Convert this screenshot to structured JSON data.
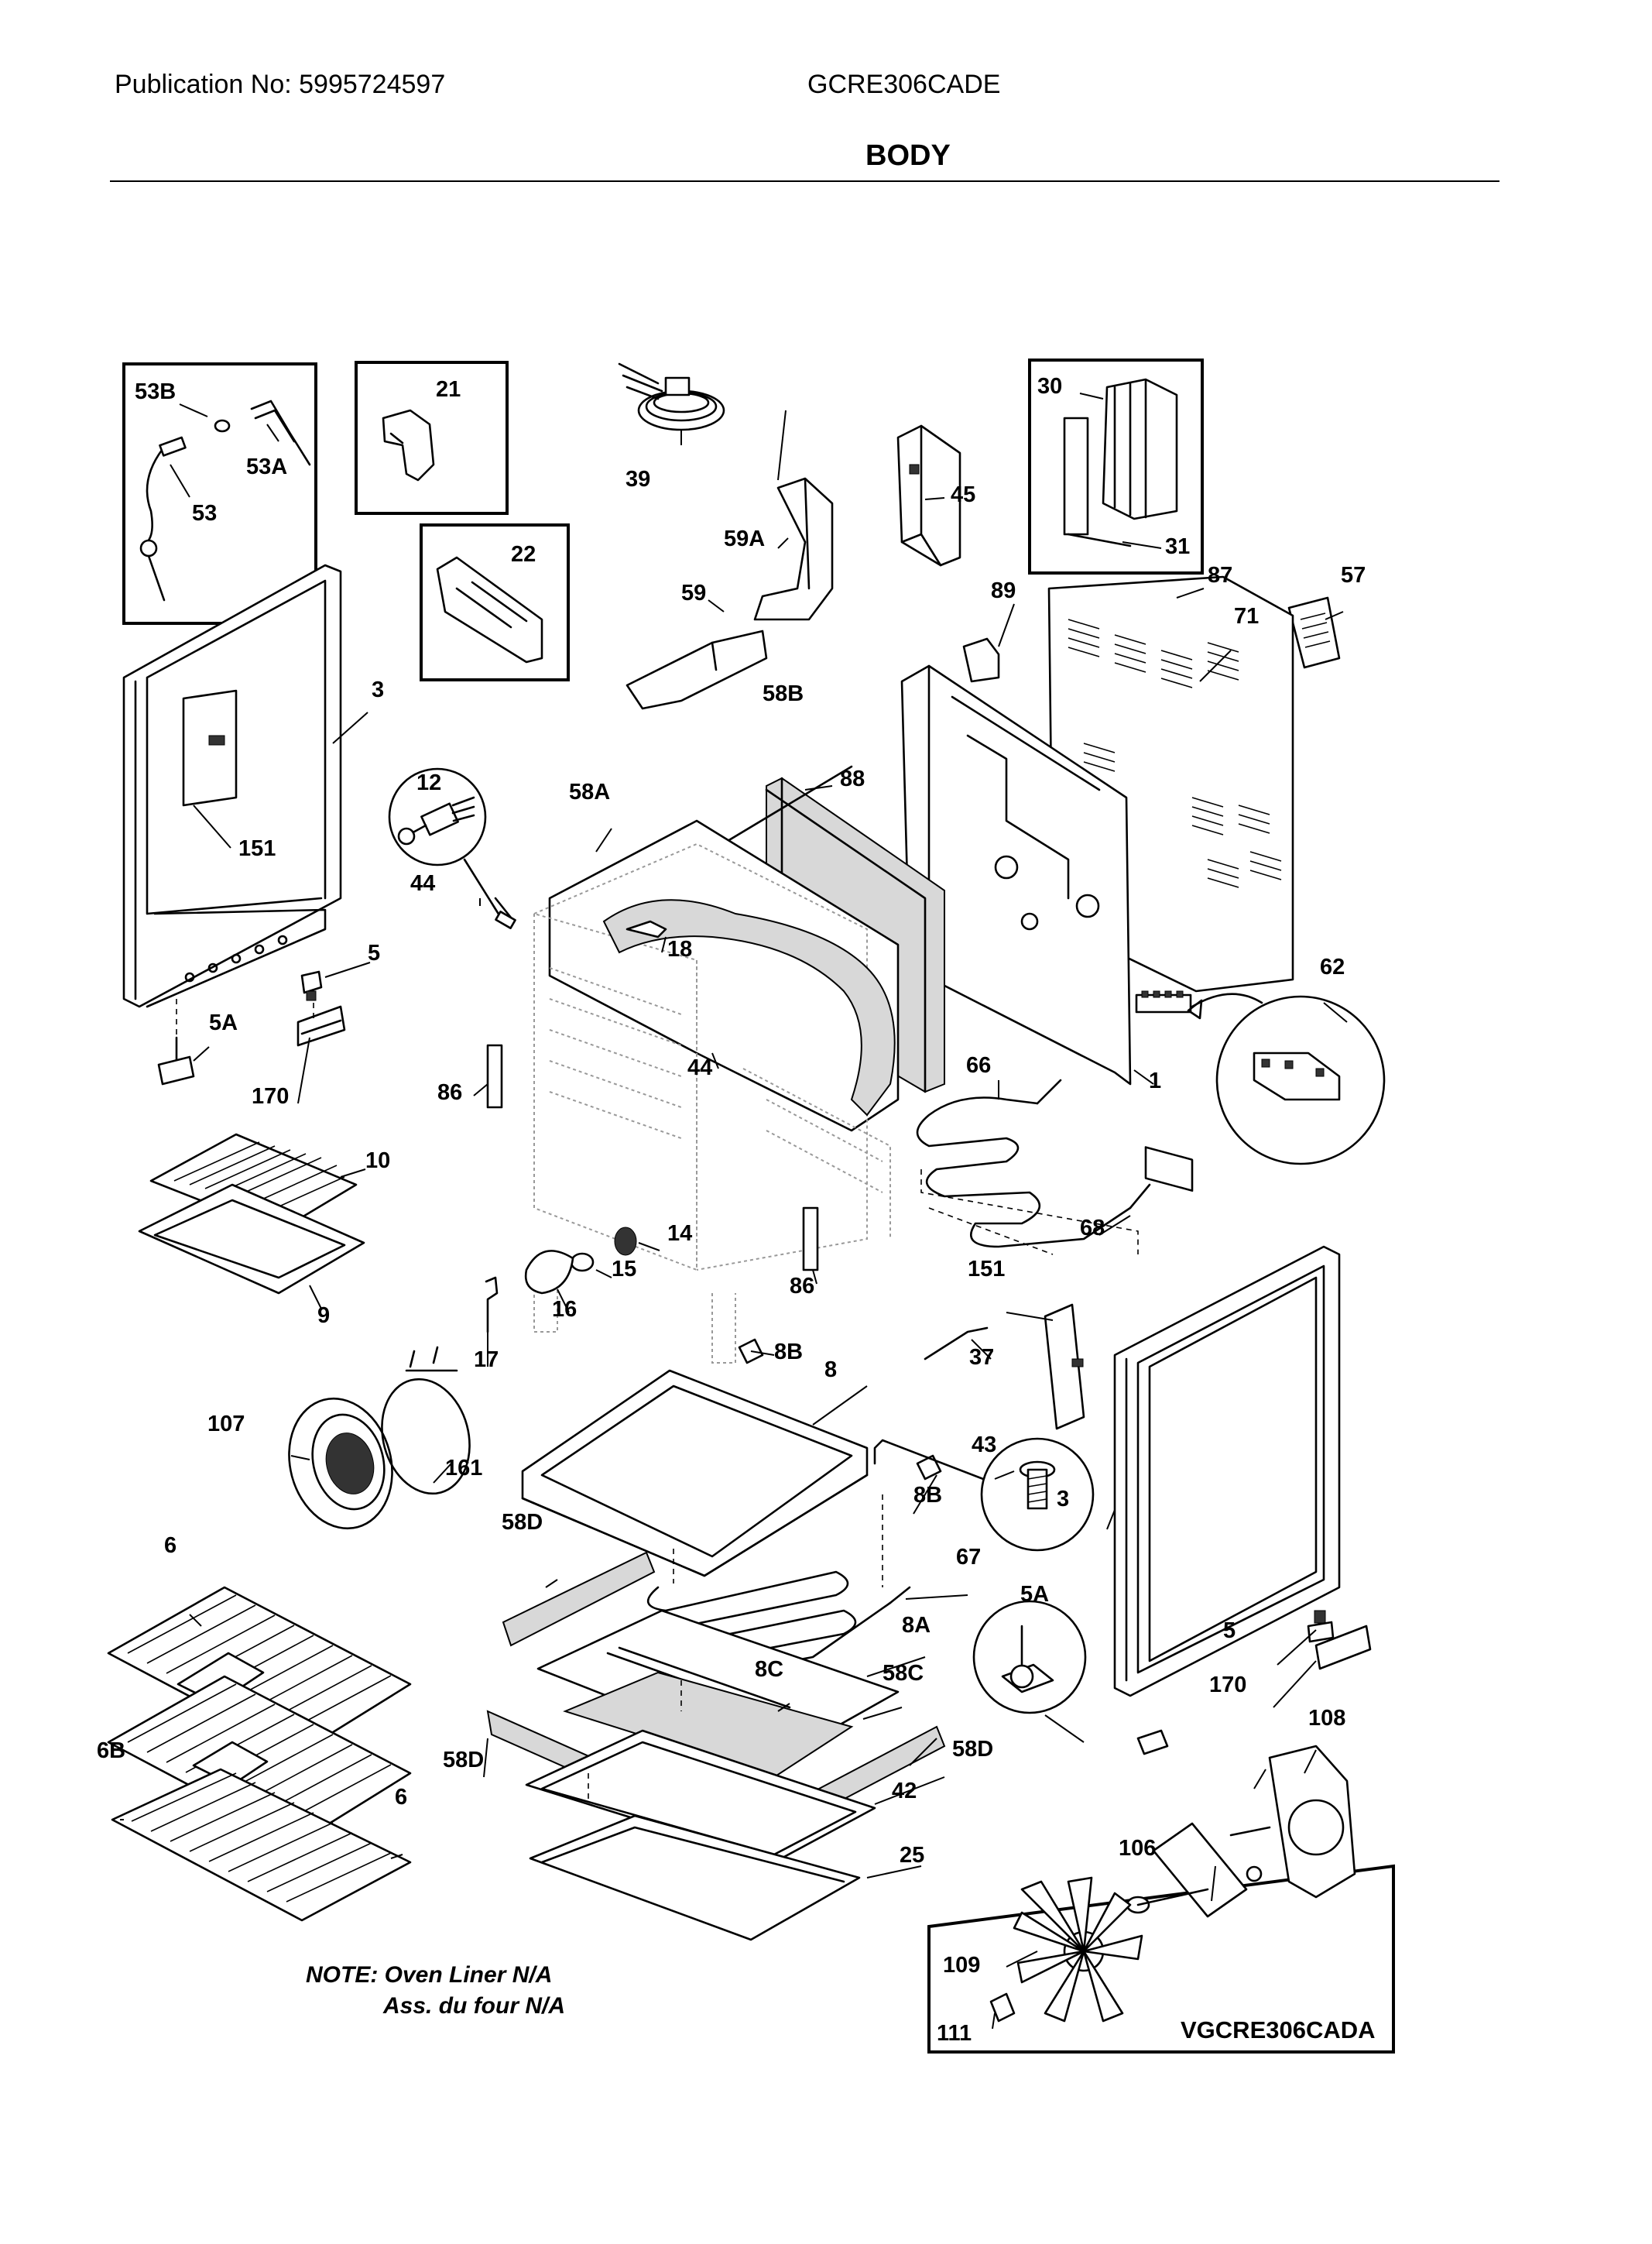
{
  "header": {
    "publication": "Publication No: 5995724597",
    "model": "GCRE306CADE",
    "section_title": "BODY"
  },
  "note": {
    "line1": "NOTE: Oven Liner N/A",
    "line2": "Ass. du four N/A"
  },
  "diagram_code": "VGCRE306CADA",
  "part_labels": [
    "53B",
    "53A",
    "53",
    "21",
    "22",
    "39",
    "59A",
    "59",
    "45",
    "30",
    "31",
    "87",
    "57",
    "71",
    "89",
    "58B",
    "88",
    "3",
    "151",
    "12",
    "44",
    "58A",
    "18",
    "5",
    "5A",
    "170",
    "86",
    "44",
    "62",
    "66",
    "1",
    "10",
    "9",
    "14",
    "15",
    "16",
    "86",
    "68",
    "17",
    "8B",
    "151",
    "37",
    "8",
    "43",
    "107",
    "161",
    "8B",
    "3",
    "58D",
    "67",
    "6",
    "5A",
    "8A",
    "5",
    "8C",
    "58C",
    "108",
    "170",
    "6B",
    "58D",
    "58D",
    "6",
    "42",
    "106",
    "25",
    "109",
    "111"
  ]
}
